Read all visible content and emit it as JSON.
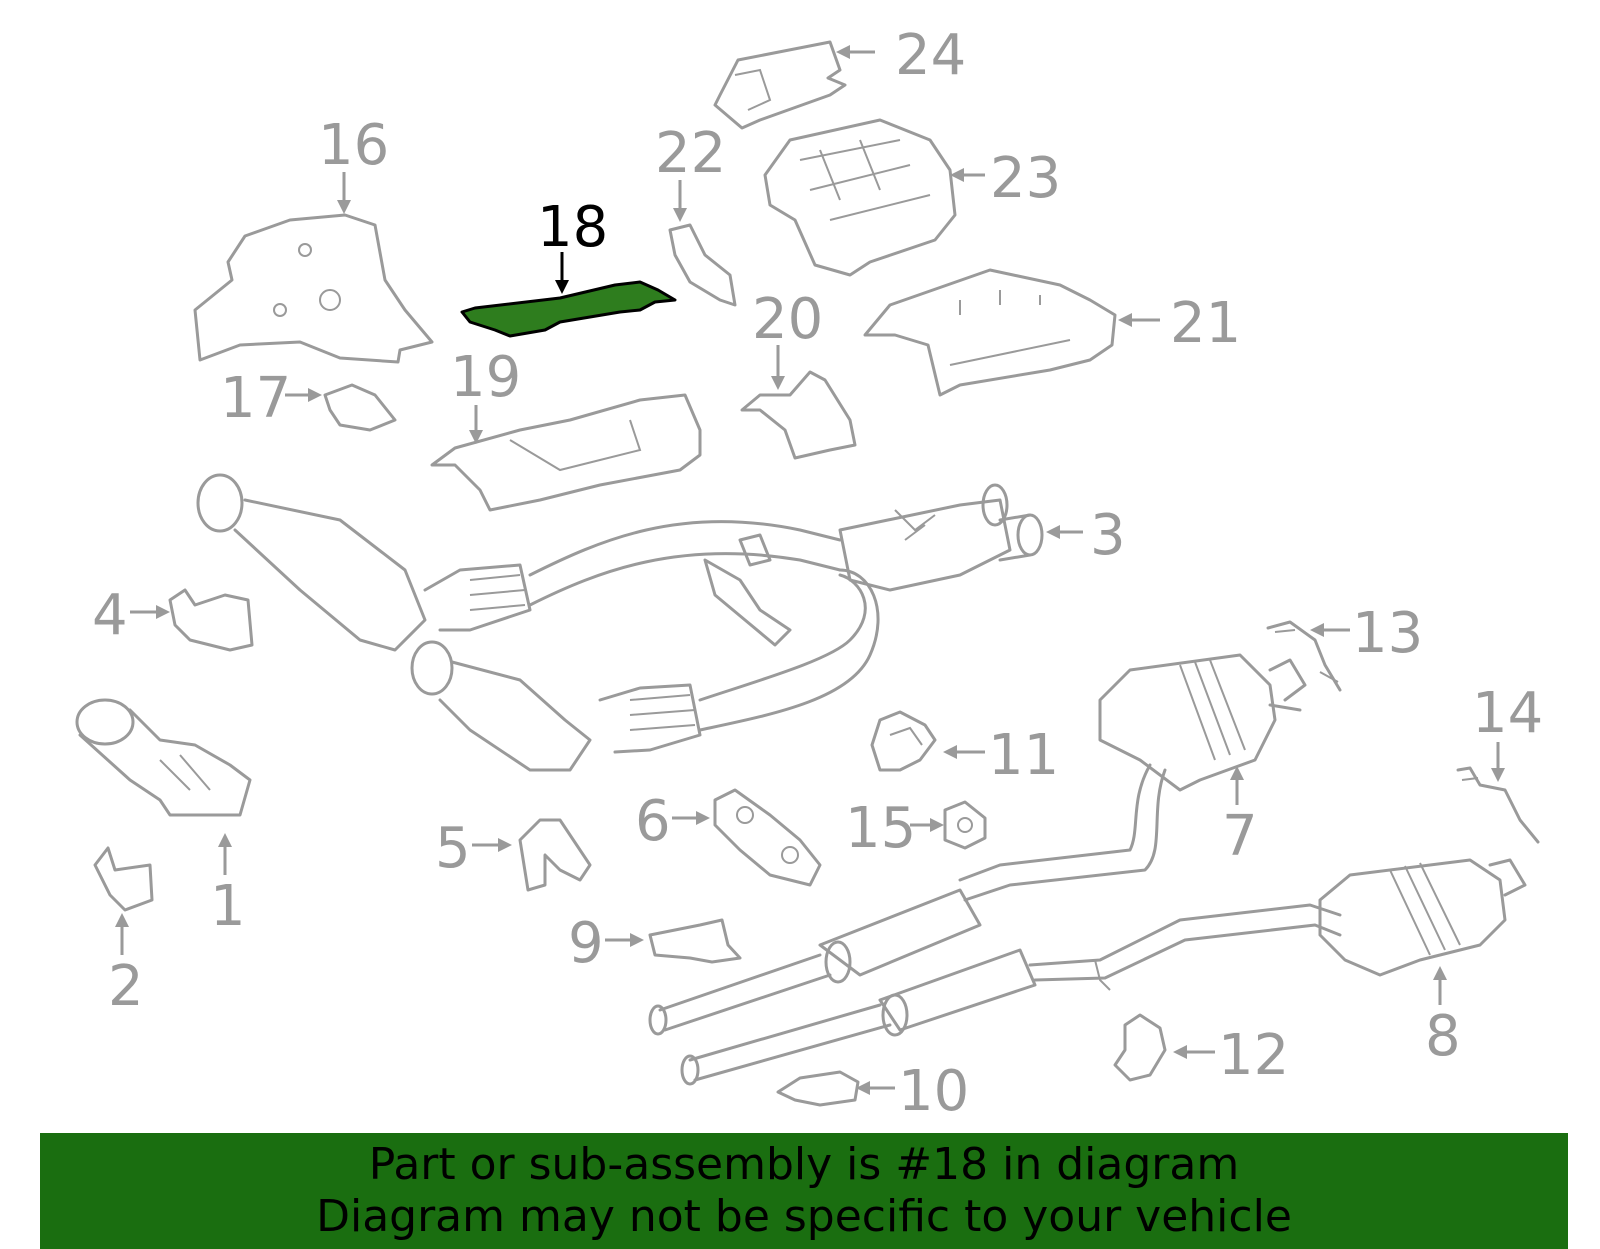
{
  "colors": {
    "part_stroke": "#9a9a9a",
    "highlight_fill": "#2e7d1e",
    "banner_background": "#1a6e10",
    "banner_text": "#000000"
  },
  "highlighted_part": "18",
  "callouts": {
    "c1": "1",
    "c2": "2",
    "c3": "3",
    "c4": "4",
    "c5": "5",
    "c6": "6",
    "c7": "7",
    "c8": "8",
    "c9": "9",
    "c10": "10",
    "c11": "11",
    "c12": "12",
    "c13": "13",
    "c14": "14",
    "c15": "15",
    "c16": "16",
    "c17": "17",
    "c18": "18",
    "c19": "19",
    "c20": "20",
    "c21": "21",
    "c22": "22",
    "c23": "23",
    "c24": "24"
  },
  "banner": {
    "line1": "Part or sub-assembly is #18 in diagram",
    "line2": "Diagram may not be specific to your vehicle"
  }
}
